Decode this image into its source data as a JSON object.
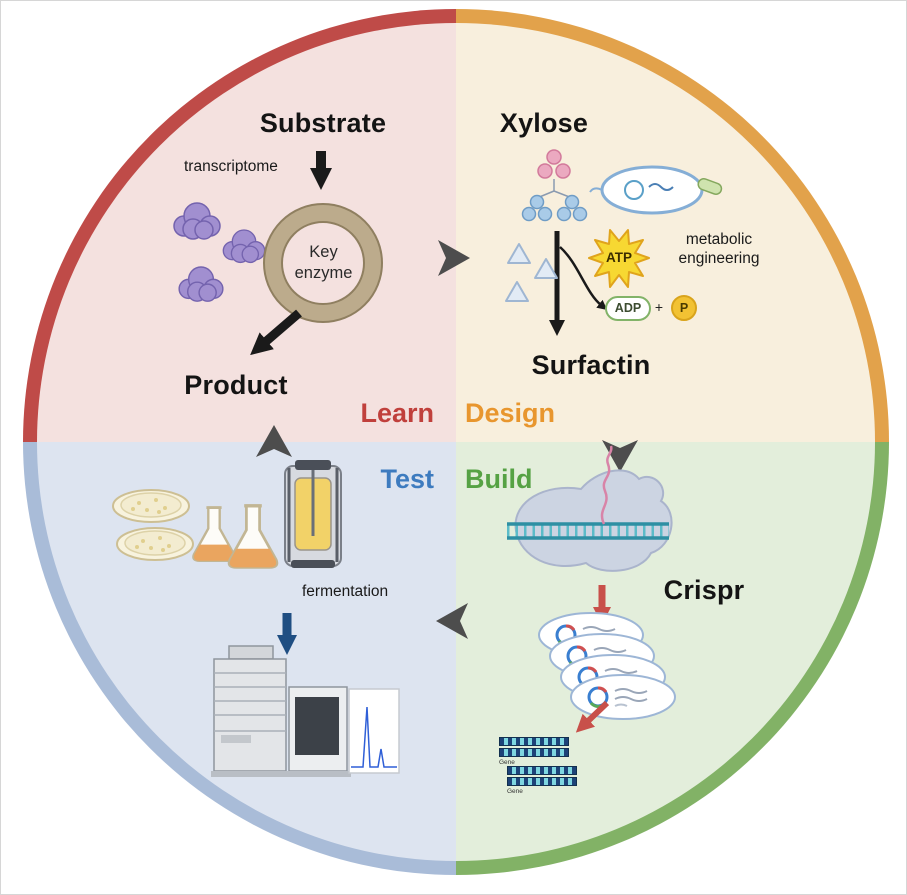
{
  "figure": {
    "quadrant_labels": {
      "learn": "Learn",
      "design": "Design",
      "test": "Test",
      "build": "Build"
    },
    "learn": {
      "substrate": "Substrate",
      "transcriptome": "transcriptome",
      "key_enzyme": "Key enzyme",
      "product": "Product"
    },
    "design": {
      "xylose": "Xylose",
      "metabolic_engineering": "metabolic engineering",
      "atp": "ATP",
      "adp": "ADP",
      "plus": "+",
      "phosphate": "P",
      "surfactin": "Surfactin"
    },
    "build": {
      "crispr": "Crispr",
      "gene_label_1": "Gene",
      "gene_label_2": "Gene"
    },
    "test": {
      "fermentation": "fermentation"
    }
  },
  "colors": {
    "ring_red": "#bf4b48",
    "ring_orange": "#e2a24b",
    "ring_green": "#82b266",
    "ring_blue": "#a9bcd8",
    "quadrant_pink": "#f4e1df",
    "quadrant_cream": "#f8efdd",
    "quadrant_green": "#e3eedb",
    "quadrant_blue": "#dde4f0",
    "learn_label": "#c0403c",
    "design_label": "#e8962e",
    "test_label": "#3d7bbf",
    "build_label": "#56a244",
    "atp_star": "#f7d832",
    "cycle_arrow_gray": "#4d4d4d",
    "crispr_arrow_red": "#c8504a",
    "test_arrow_blue": "#1f4e82"
  }
}
